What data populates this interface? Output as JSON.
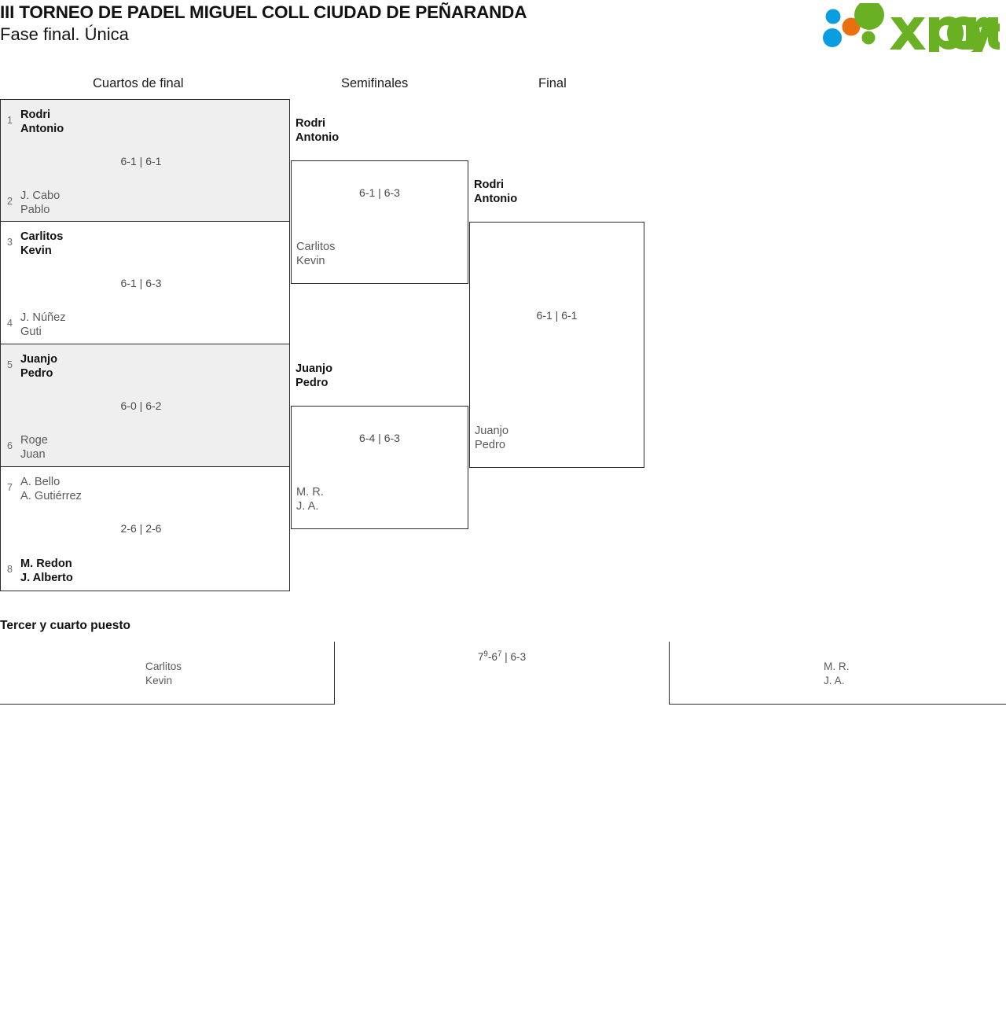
{
  "header": {
    "title_line1": "III TORNEO DE PADEL MIGUEL COLL CIUDAD DE PEÑARANDA",
    "title_line2": "Fase final. Única",
    "logo_name": "xporty-logo",
    "logo_wordmark": "xporty",
    "brand_green": "#6ab023",
    "brand_blue": "#0a9de0",
    "brand_orange": "#e8700f"
  },
  "rounds": {
    "quarterfinals_label": "Cuartos de final",
    "semifinals_label": "Semifinales",
    "final_label": "Final"
  },
  "quarterfinals": [
    {
      "top": {
        "seed": "1",
        "line1": "Rodri",
        "line2": "Antonio",
        "winner": true
      },
      "bottom": {
        "seed": "2",
        "line1": "J. Cabo",
        "line2": "Pablo",
        "winner": false
      },
      "score": "6-1 | 6-1"
    },
    {
      "top": {
        "seed": "3",
        "line1": "Carlitos",
        "line2": "Kevin",
        "winner": true
      },
      "bottom": {
        "seed": "4",
        "line1": "J. Núñez",
        "line2": "Guti",
        "winner": false
      },
      "score": "6-1 | 6-3"
    },
    {
      "top": {
        "seed": "5",
        "line1": "Juanjo",
        "line2": "Pedro",
        "winner": true
      },
      "bottom": {
        "seed": "6",
        "line1": "Roge",
        "line2": "Juan",
        "winner": false
      },
      "score": "6-0 | 6-2"
    },
    {
      "top": {
        "seed": "7",
        "line1": "A. Bello",
        "line2": "A. Gutiérrez",
        "winner": false
      },
      "bottom": {
        "seed": "8",
        "line1": "M. Redon",
        "line2": "J. Alberto",
        "winner": true
      },
      "score": "2-6 | 2-6"
    }
  ],
  "semifinals": [
    {
      "winner": {
        "line1": "Rodri",
        "line2": "Antonio"
      },
      "loser": {
        "line1": "Carlitos",
        "line2": "Kevin"
      },
      "score": "6-1 | 6-3"
    },
    {
      "winner": {
        "line1": "Juanjo",
        "line2": "Pedro"
      },
      "loser": {
        "line1": "M. R.",
        "line2": "J. A."
      },
      "score": "6-4 | 6-3"
    }
  ],
  "final": {
    "winner": {
      "line1": "Rodri",
      "line2": "Antonio"
    },
    "loser": {
      "line1": "Juanjo",
      "line2": "Pedro"
    },
    "score": "6-1 | 6-1"
  },
  "third_place": {
    "title": "Tercer y cuarto puesto",
    "left_team": {
      "line1": "Carlitos",
      "line2": "Kevin"
    },
    "right_team": {
      "line1": "M. R.",
      "line2": "J. A."
    },
    "score_set1_games": "7",
    "score_set1_tb": "9",
    "score_set1_opp_games": "6",
    "score_set1_opp_tb": "7",
    "score_rest": " | 6-3"
  }
}
